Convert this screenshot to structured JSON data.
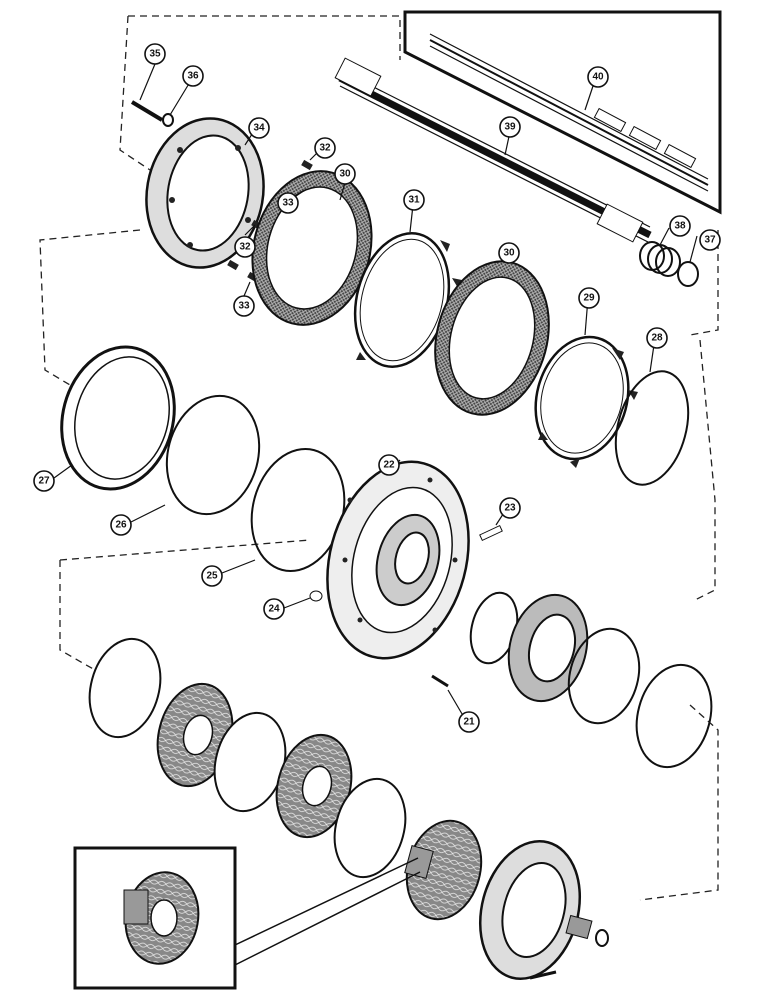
{
  "diagram": {
    "callouts": [
      "21",
      "22",
      "23",
      "24",
      "25",
      "26",
      "27",
      "28",
      "29",
      "30",
      "30",
      "31",
      "32",
      "32",
      "33",
      "33",
      "34",
      "35",
      "36",
      "37",
      "38",
      "39",
      "40"
    ]
  }
}
